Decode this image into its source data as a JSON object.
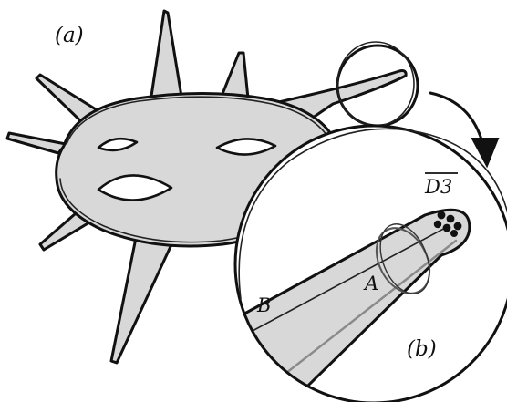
{
  "labels": {
    "panel_a": "(a)",
    "panel_b": "(b)",
    "tip_region": "D3",
    "point_a": "A",
    "point_b": "B"
  },
  "colors": {
    "ink": "#111111",
    "cell_fill": "#d8d8d8",
    "background": "#ffffff",
    "inner_line": "#8a8a8a"
  }
}
